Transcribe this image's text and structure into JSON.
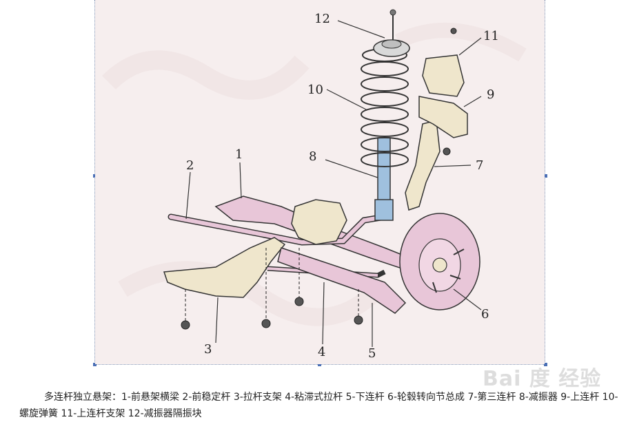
{
  "callouts": [
    {
      "n": "1",
      "label": "1"
    },
    {
      "n": "2",
      "label": "2"
    },
    {
      "n": "3",
      "label": "3"
    },
    {
      "n": "4",
      "label": "4"
    },
    {
      "n": "5",
      "label": "5"
    },
    {
      "n": "6",
      "label": "6"
    },
    {
      "n": "7",
      "label": "7"
    },
    {
      "n": "8",
      "label": "8"
    },
    {
      "n": "9",
      "label": "9"
    },
    {
      "n": "10",
      "label": "10"
    },
    {
      "n": "11",
      "label": "11"
    },
    {
      "n": "12",
      "label": "12"
    }
  ],
  "caption": "多连杆独立悬架：1-前悬架横梁 2-前稳定杆 3-拉杆支架 4-粘滞式拉杆 5-下连杆 6-轮毂转向节总成 7-第三连杆 8-减振器 9-上连杆 10-螺旋弹簧 11-上连杆支架 12-减振器隔振块",
  "watermark": "Bai 度 经验",
  "colors": {
    "background": "#f6eeee",
    "pink_part": "#e8c6d8",
    "tan_part": "#efe6cc",
    "blue_part": "#9fc0de",
    "outline": "#333333"
  }
}
